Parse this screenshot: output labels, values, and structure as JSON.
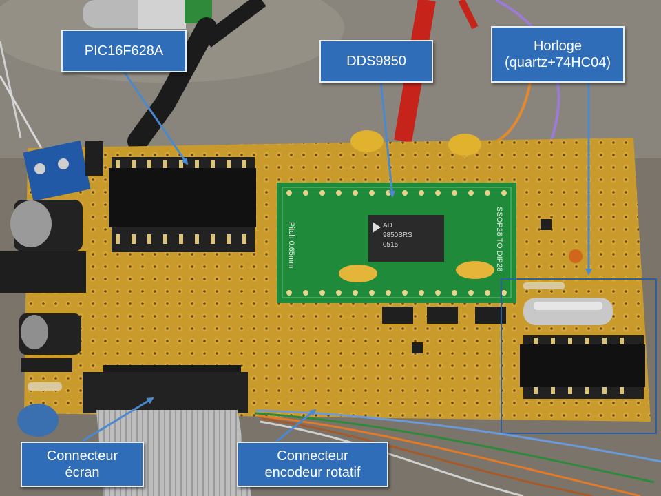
{
  "photo": {
    "chip_marking": [
      "AD",
      "9850BRS",
      "0515"
    ],
    "adapter_silkscreen": [
      "SSOP28 TO DIP28",
      "Pitch 0.65mm"
    ]
  },
  "callouts": {
    "pic": {
      "label": "PIC16F628A"
    },
    "dds": {
      "label": "DDS9850"
    },
    "clock": {
      "line1": "Horloge",
      "line2": "(quartz+74HC04)"
    },
    "screen": {
      "line1": "Connecteur",
      "line2": "écran"
    },
    "encoder": {
      "line1": "Connecteur",
      "line2": "encodeur rotatif"
    }
  },
  "colors": {
    "callout_fill": "#2f6db8",
    "arrow": "#4a88d0",
    "board": "#c99a2c",
    "adapter_pcb": "#1f8a3a"
  }
}
